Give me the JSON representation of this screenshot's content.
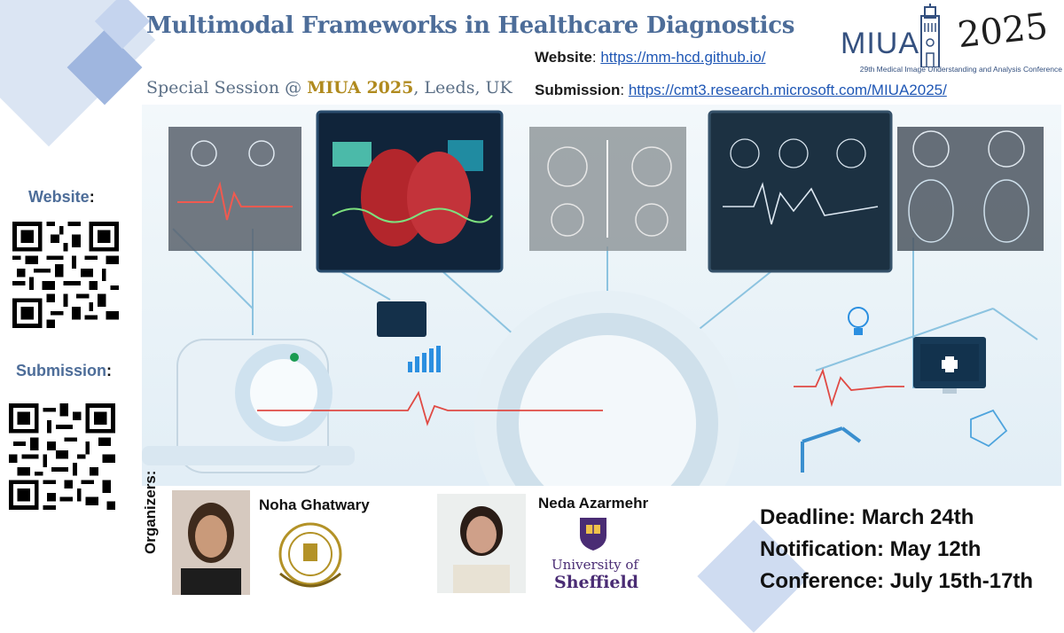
{
  "header": {
    "title": "Multimodal Frameworks in Healthcare Diagnostics",
    "subtitle_prefix": "Special Session @ ",
    "subtitle_highlight": "MIUA 2025",
    "subtitle_suffix": ", Leeds, UK",
    "website_label": "Website",
    "website_url": "https://mm-hcd.github.io/",
    "submission_label": "Submission",
    "submission_url": "https://cmt3.research.microsoft.com/MIUA2025/"
  },
  "logo": {
    "text": "MIUA",
    "year": "2025",
    "caption": "29th Medical Image Understanding and Analysis Conference"
  },
  "sidebar": {
    "website_label": "Website",
    "submission_label": "Submission",
    "colon": ":"
  },
  "organizers": {
    "heading": "Organizers:",
    "people": [
      {
        "name": "Noha Ghatwary"
      },
      {
        "name": "Neda Azarmehr",
        "affiliation_line1": "University of",
        "affiliation_line2": "Sheffield"
      }
    ]
  },
  "dates": {
    "deadline": "Deadline: March 24th",
    "notification": "Notification: May 12th",
    "conference": "Conference: July 15th-17th"
  },
  "colors": {
    "title_blue": "#4d6d99",
    "accent_gold": "#b08a1e",
    "link_blue": "#1f57b5",
    "deco_blue": "#b7c8e6",
    "sheffield_purple": "#4a2c74"
  }
}
